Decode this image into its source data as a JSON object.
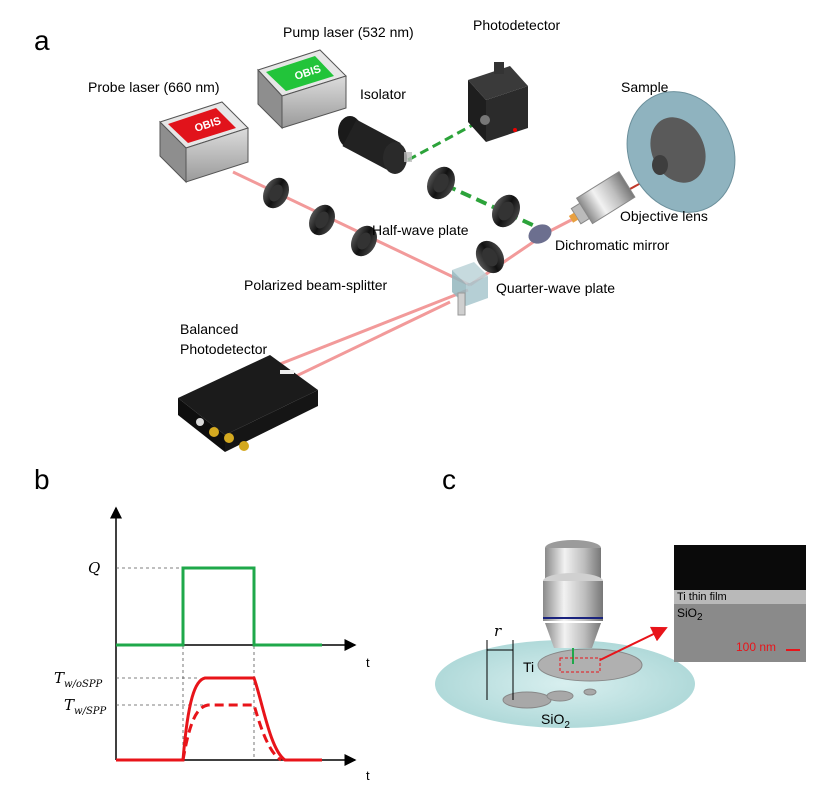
{
  "panels": {
    "a": {
      "letter": "a",
      "labels": {
        "pump_laser": "Pump laser (532 nm)",
        "photodetector": "Photodetector",
        "probe_laser": "Probe laser (660 nm)",
        "isolator": "Isolator",
        "sample": "Sample",
        "objective_lens": "Objective lens",
        "half_wave_plate": "Half-wave plate",
        "dichromatic_mirror": "Dichromatic mirror",
        "polarized_beam_splitter": "Polarized beam-splitter",
        "quarter_wave_plate": "Quarter-wave plate",
        "balanced_pd_line1": "Balanced",
        "balanced_pd_line2": "Photodetector"
      },
      "device_text": {
        "pump_brand": "OBIS",
        "probe_brand": "OBIS"
      }
    },
    "b": {
      "letter": "b",
      "q_label": "Q",
      "t_label_top": "t",
      "t_label_bottom": "t",
      "t_wo_main": "T",
      "t_wo_sub": "w/oSPP",
      "t_w_main": "T",
      "t_w_sub": "w/SPP"
    },
    "c": {
      "letter": "c",
      "r_label": "r",
      "ti_label": "Ti",
      "sio2_main": "SiO",
      "sio2_sub": "2",
      "inset_ti_film": "Ti thin film",
      "inset_sio2_main": "SiO",
      "inset_sio2_sub": "2",
      "scale_bar": "100 nm"
    }
  },
  "colors": {
    "pump_beam": "#2ca33a",
    "probe_beam": "#f08080",
    "pulse_green": "#1fa84a",
    "response_red": "#e8141a",
    "scale_red": "#e8141a"
  }
}
